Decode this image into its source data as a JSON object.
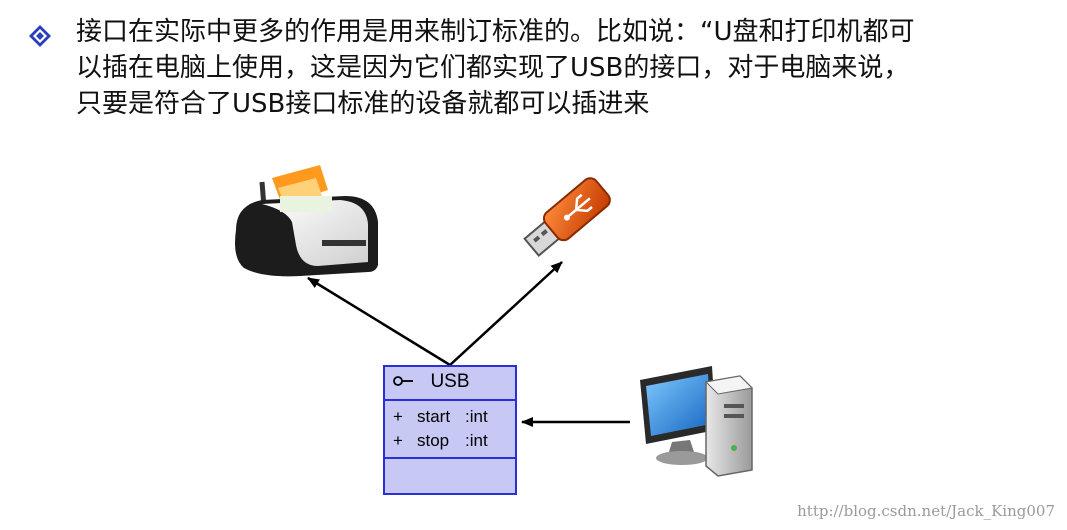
{
  "text": {
    "lines": [
      "接口在实际中更多的作用是用来制订标准的。比如说：“U盘和打印机都可",
      "以插在电脑上使用，这是因为它们都实现了USB的接口，对于电脑来说，",
      "只要是符合了USB接口标准的设备就都可以插进来"
    ]
  },
  "uml_class": {
    "name": "USB",
    "attributes": [
      {
        "visibility": "+",
        "name": "start",
        "type": ":int"
      },
      {
        "visibility": "+",
        "name": "stop",
        "type": ":int"
      }
    ]
  },
  "icons": {
    "bullet": "diamond-bullet-icon",
    "printer": "printer-icon",
    "usb_drive": "usb-flash-drive-icon",
    "computer": "desktop-computer-icon",
    "key": "interface-key-icon"
  },
  "watermark": "http://blog.csdn.net/Jack_King007",
  "colors": {
    "uml_fill": "#c7c9f4",
    "uml_border": "#2b2fd6",
    "bullet": "#2b3fb8"
  }
}
